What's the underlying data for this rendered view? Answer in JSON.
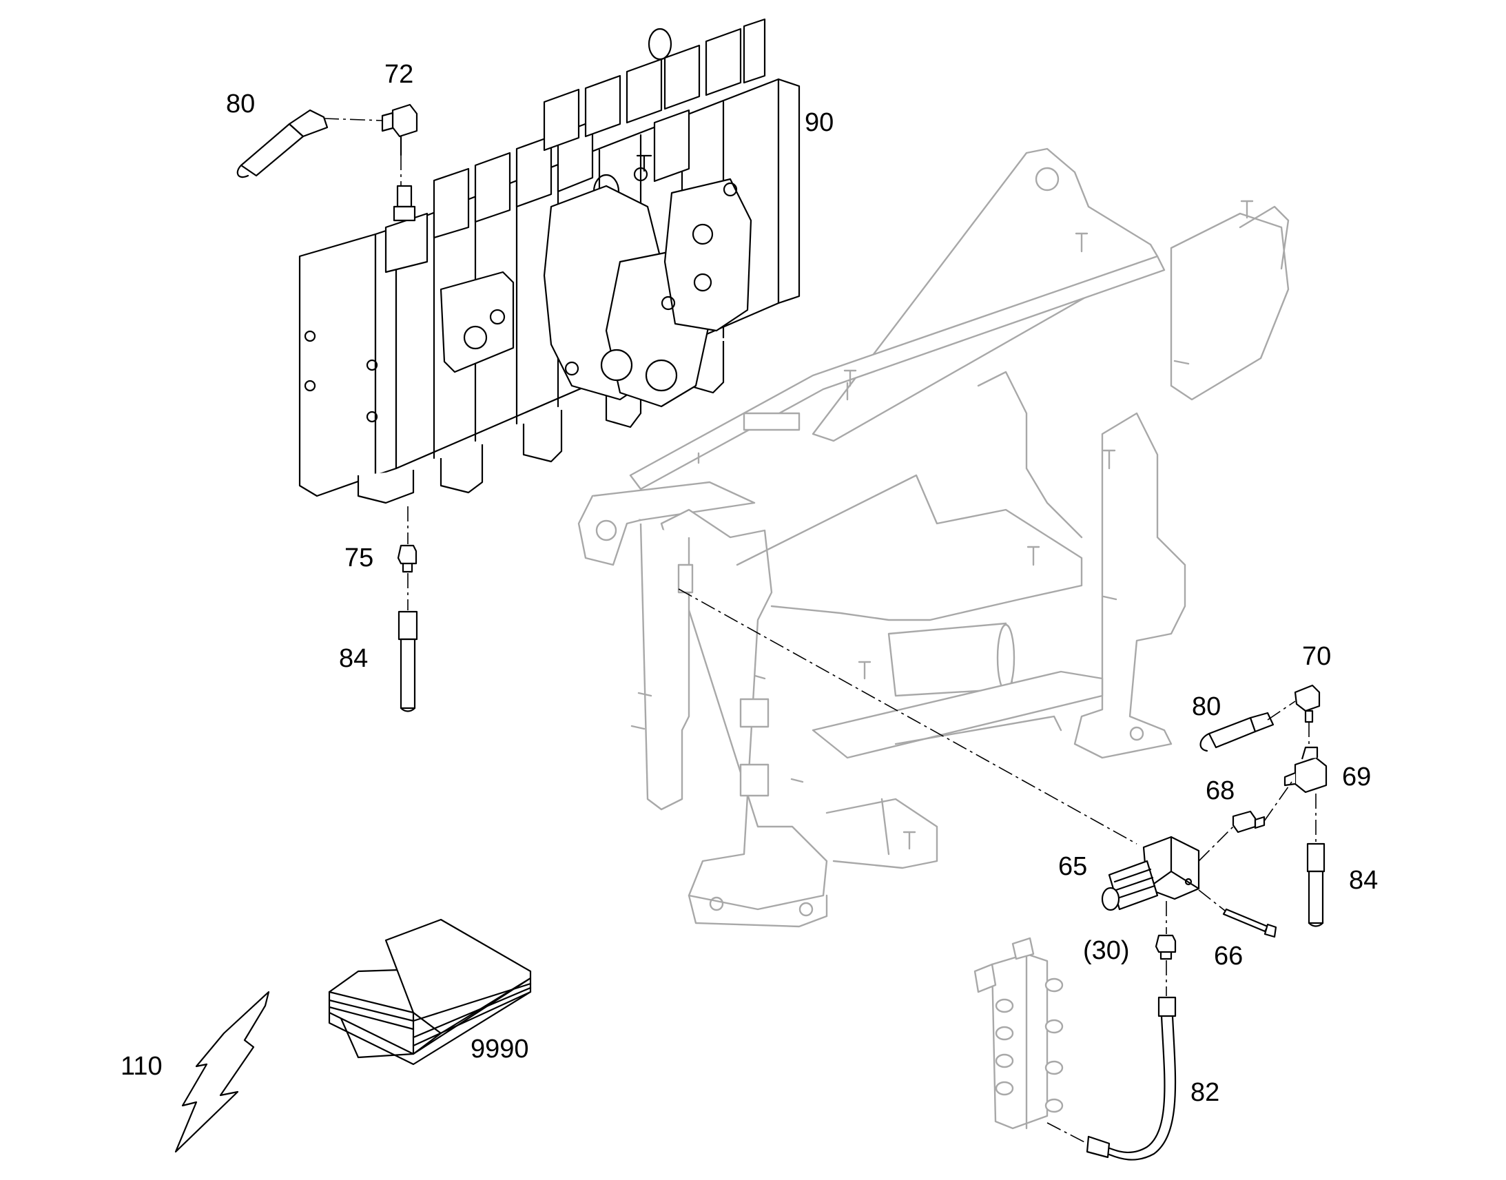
{
  "callouts": {
    "c80_top": "80",
    "c72": "72",
    "c90": "90",
    "c75": "75",
    "c84_left": "84",
    "c70": "70",
    "c80_right": "80",
    "c69": "69",
    "c68": "68",
    "c65": "65",
    "c84_right": "84",
    "c30": "(30)",
    "c66": "66",
    "c82": "82",
    "c9990": "9990",
    "c110": "110"
  },
  "colors": {
    "ink": "#000000",
    "ghost_frame": "#a8a8a8",
    "background": "#ffffff"
  },
  "icons": {
    "manual": "open-book-icon",
    "electrical": "lightning-bolt-icon"
  }
}
